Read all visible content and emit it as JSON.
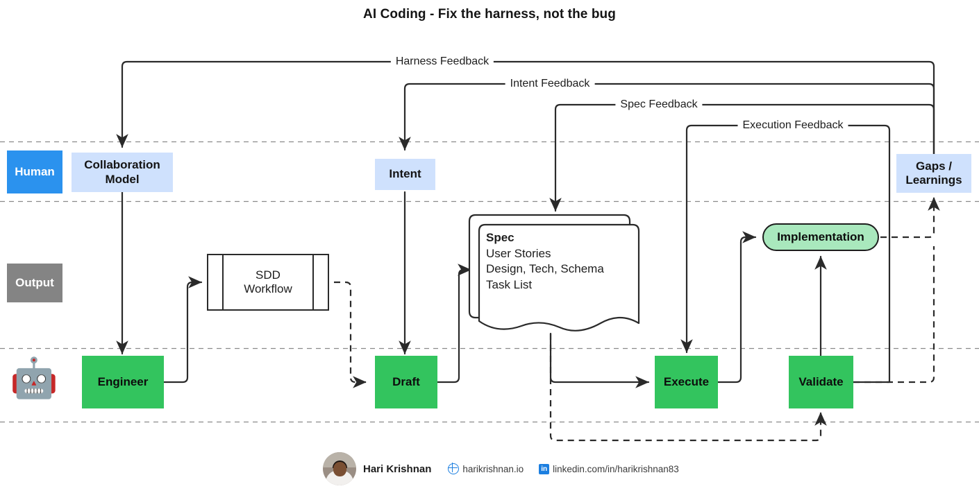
{
  "title": "AI Coding - Fix the harness, not the bug",
  "lanes": [
    {
      "id": "human",
      "label": "Human",
      "color": "#2b92ee"
    },
    {
      "id": "output",
      "label": "Output",
      "color": "#848484"
    },
    {
      "id": "agent",
      "label": "",
      "icon": "robot-icon",
      "glyph": "🤖"
    }
  ],
  "nodes": {
    "collaboration_model": {
      "label": "Collaboration\nModel",
      "line1": "Collaboration",
      "line2": "Model",
      "type": "blue-box"
    },
    "intent": {
      "label": "Intent",
      "type": "blue-box"
    },
    "gaps_learnings": {
      "line1": "Gaps /",
      "line2": "Learnings",
      "type": "blue-box"
    },
    "sdd_workflow": {
      "line1": "SDD",
      "line2": "Workflow",
      "type": "subprocess"
    },
    "spec": {
      "title": "Spec",
      "lines": [
        "User Stories",
        "Design, Tech, Schema",
        "Task List"
      ],
      "type": "multi-document"
    },
    "implementation": {
      "label": "Implementation",
      "type": "rounded-pill",
      "color": "#a9e8bd"
    },
    "engineer": {
      "label": "Engineer",
      "type": "green-box"
    },
    "draft": {
      "label": "Draft",
      "type": "green-box"
    },
    "execute": {
      "label": "Execute",
      "type": "green-box"
    },
    "validate": {
      "label": "Validate",
      "type": "green-box"
    }
  },
  "edge_labels": [
    {
      "id": "harness_feedback",
      "text": "Harness Feedback"
    },
    {
      "id": "intent_feedback",
      "text": "Intent Feedback"
    },
    {
      "id": "spec_feedback",
      "text": "Spec Feedback"
    },
    {
      "id": "execution_feedback",
      "text": "Execution Feedback"
    }
  ],
  "footer": {
    "name": "Hari Krishnan",
    "website": "harikrishnan.io",
    "linkedin": "linkedin.com/in/harikrishnan83",
    "website_icon": "globe-icon",
    "linkedin_icon": "linkedin-icon",
    "linkedin_glyph": "in"
  },
  "colors": {
    "human": "#2b92ee",
    "output": "#848484",
    "blue_fill": "#cfe1fd",
    "green_fill": "#33c45e",
    "pill_fill": "#a9e8bd",
    "stroke": "#2a2a2a"
  }
}
